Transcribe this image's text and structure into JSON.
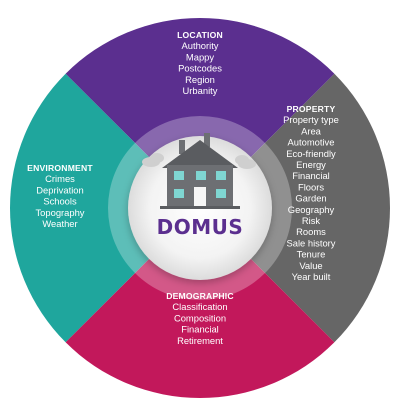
{
  "brand": {
    "name": "DOMUS",
    "logo_icon": "house-icon",
    "brand_color": "#5b2f8f"
  },
  "segments": {
    "location": {
      "title": "LOCATION",
      "color": "#5b2f8f",
      "items": [
        "Authority",
        "Mappy",
        "Postcodes",
        "Region",
        "Urbanity"
      ]
    },
    "property": {
      "title": "PROPERTY",
      "color": "#666666",
      "items": [
        "Property type",
        "Area",
        "Automotive",
        "Eco-friendly",
        "Energy",
        "Financial",
        "Floors",
        "Garden",
        "Geography",
        "Risk",
        "Rooms",
        "Sale history",
        "Tenure",
        "Value",
        "Year built"
      ]
    },
    "demographic": {
      "title": "DEMOGRAPHIC",
      "color": "#c2185b",
      "items": [
        "Classification",
        "Composition",
        "Financial",
        "Retirement"
      ]
    },
    "environment": {
      "title": "ENVIRONMENT",
      "color": "#1fa69d",
      "items": [
        "Crimes",
        "Deprivation",
        "Schools",
        "Topography",
        "Weather"
      ]
    }
  }
}
